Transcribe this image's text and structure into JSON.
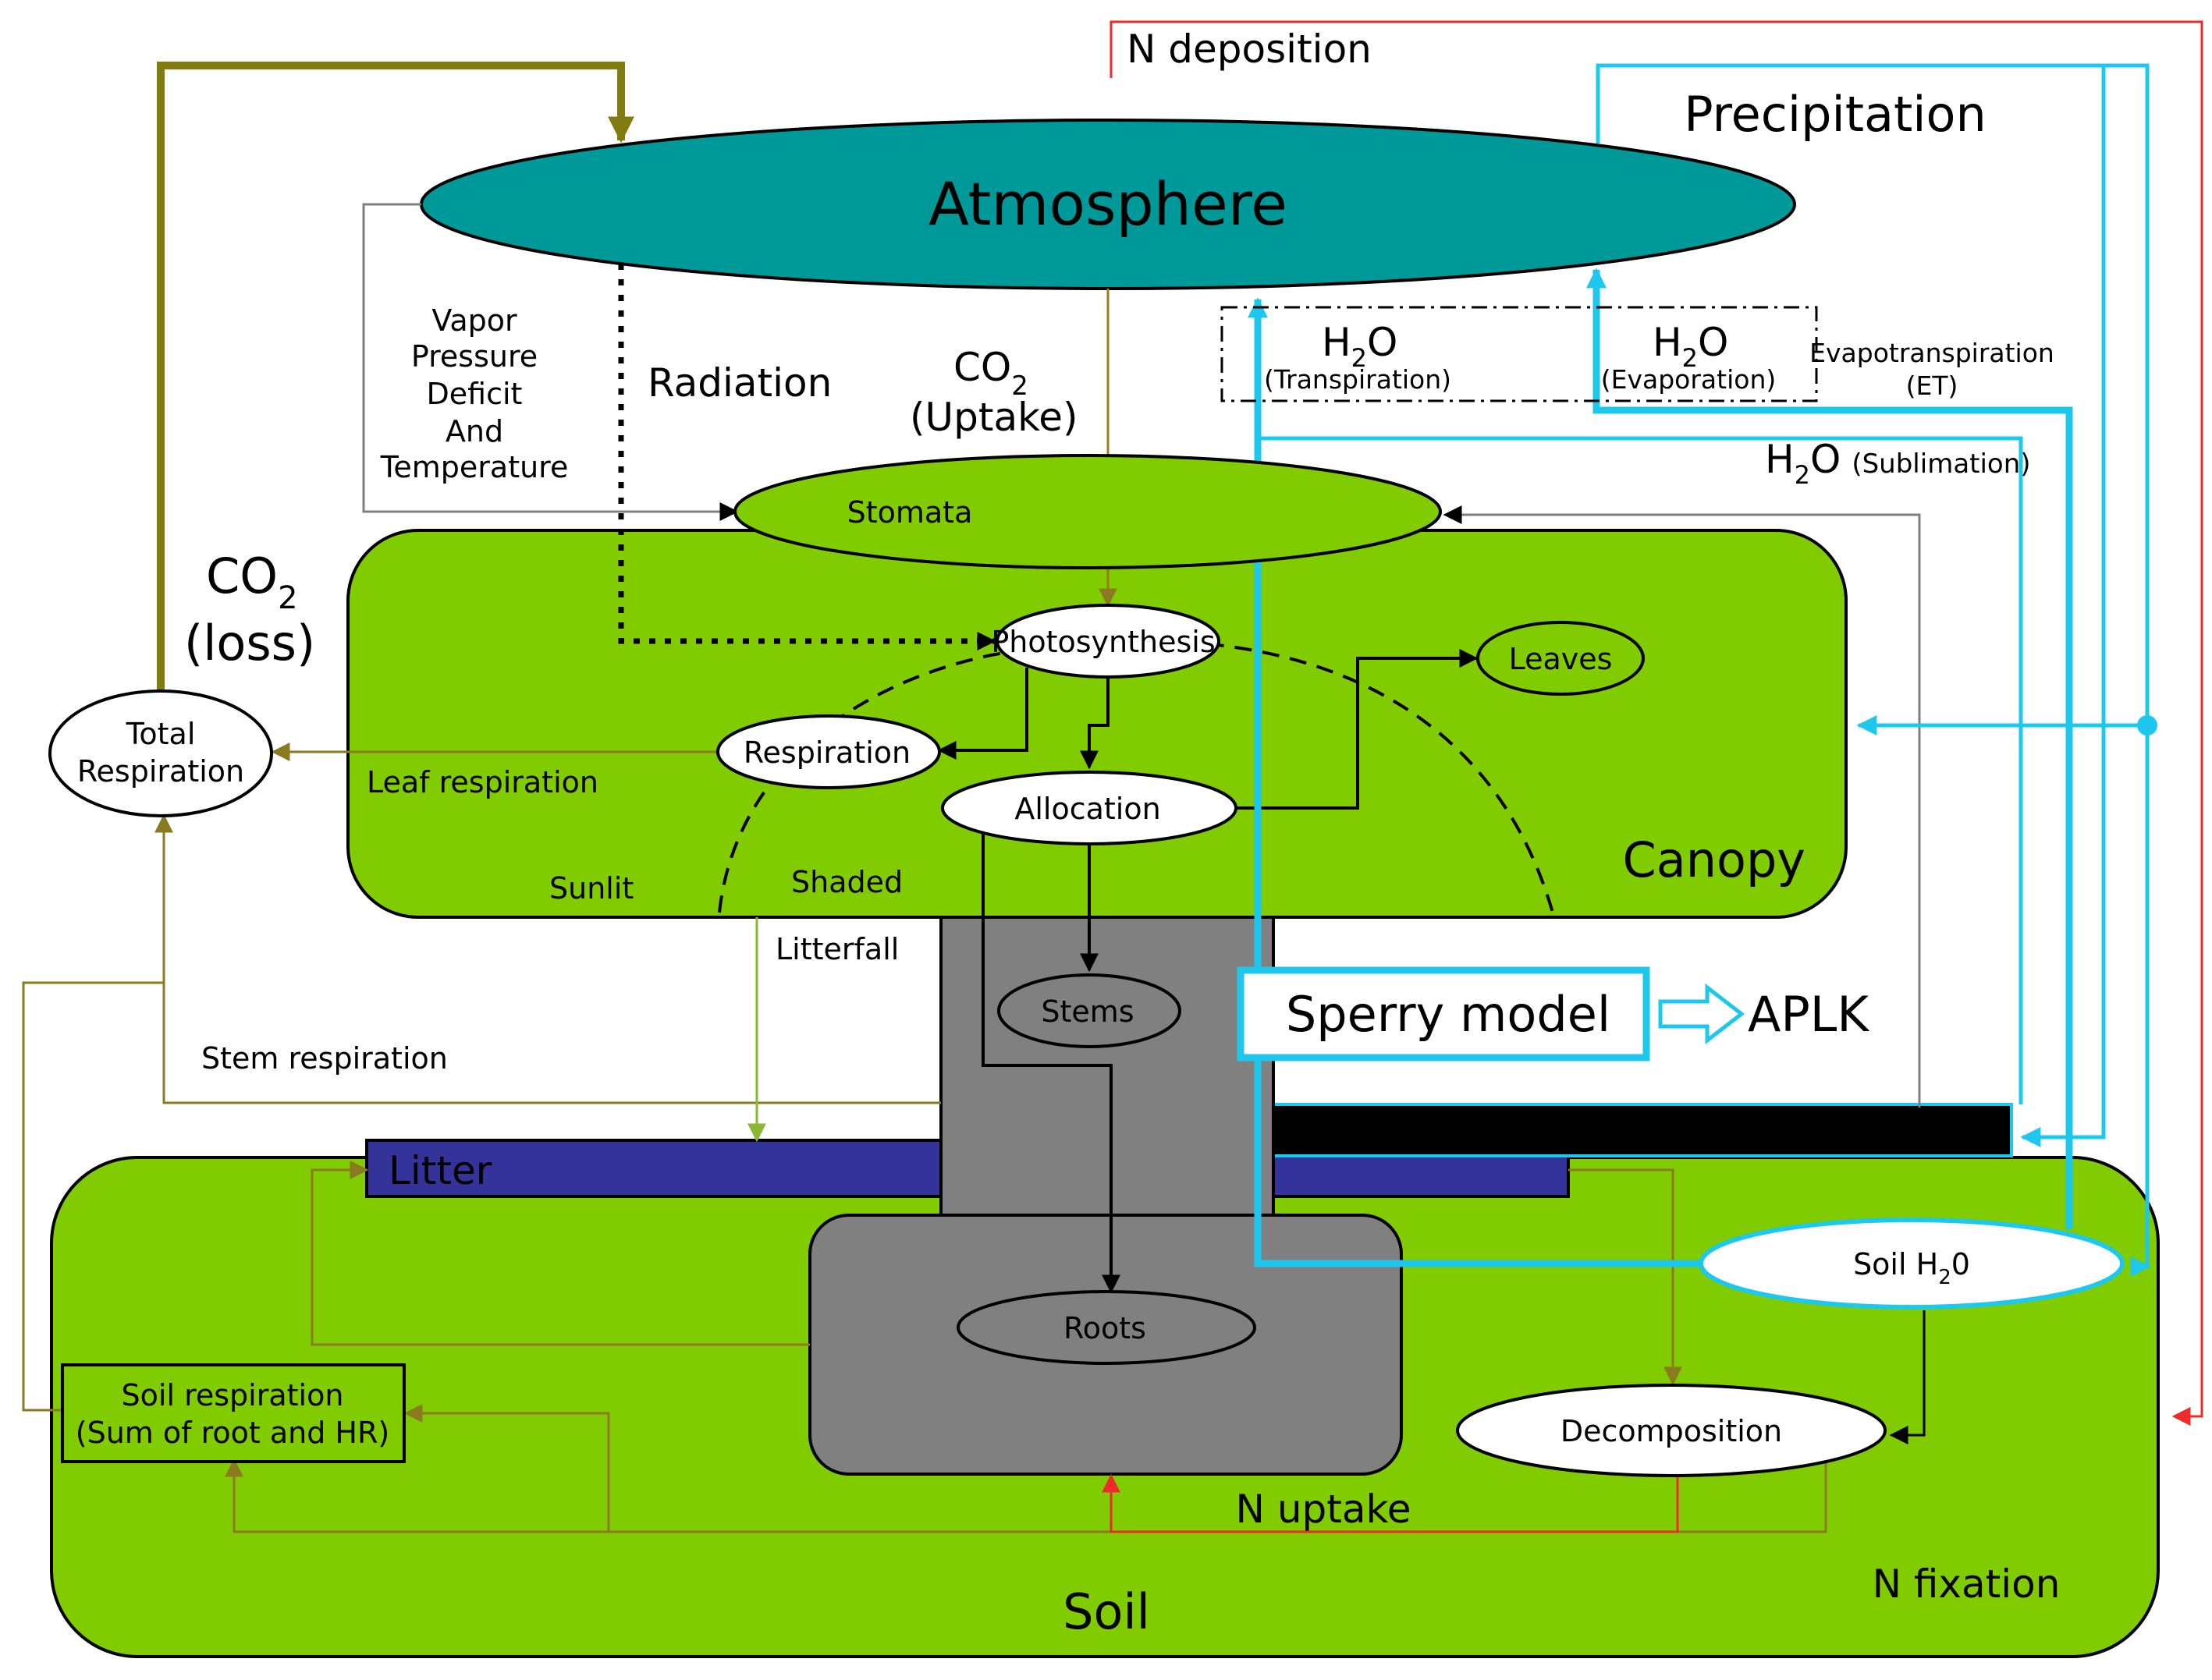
{
  "labels": {
    "atmosphere": "Atmosphere",
    "precipitation": "Precipitation",
    "n_deposition": "N deposition",
    "radiation": "Radiation",
    "co2_uptake_main": "CO",
    "co2_uptake_sub": "2",
    "co2_uptake_paren": "(Uptake)",
    "co2_loss_main": "CO",
    "co2_loss_sub": "2",
    "co2_loss_paren": "(loss)",
    "vpd_line1": "Vapor",
    "vpd_line2": "Pressure",
    "vpd_line3": "Deficit",
    "vpd_line4": "And",
    "vpd_line5": "Temperature",
    "h2o_transp_main": "H",
    "h2o_transp_sub": "2",
    "h2o_transp_o": "O",
    "h2o_transp_paren": "(Transpiration)",
    "h2o_evap_main": "H",
    "h2o_evap_sub": "2",
    "h2o_evap_o": "O",
    "h2o_evap_paren": "(Evaporation)",
    "et_line1": "Evapotranspiration",
    "et_line2": "(ET)",
    "h2o_subl_main": "H",
    "h2o_subl_sub": "2",
    "h2o_subl_o": "O",
    "h2o_subl_paren": "(Sublimation)",
    "stomata": "Stomata",
    "photosynthesis": "Photosynthesis",
    "leaves": "Leaves",
    "respiration": "Respiration",
    "allocation": "Allocation",
    "total_respiration_line1": "Total",
    "total_respiration_line2": "Respiration",
    "leaf_respiration": "Leaf respiration",
    "sunlit": "Sunlit",
    "shaded": "Shaded",
    "canopy": "Canopy",
    "litterfall": "Litterfall",
    "stems": "Stems",
    "stem_respiration": "Stem respiration",
    "sperry_model": "Sperry model",
    "aplk": "APLK",
    "litter": "Litter",
    "soil_h2o_main": "Soil H",
    "soil_h2o_sub": "2",
    "soil_h2o_o": "0",
    "roots": "Roots",
    "soil_resp_line1": "Soil respiration",
    "soil_resp_line2": "(Sum of root and HR)",
    "decomposition": "Decomposition",
    "n_uptake": "N uptake",
    "n_fixation": "N fixation",
    "soil": "Soil"
  },
  "colors": {
    "atmosphere_fill": "#009999",
    "canopy_fill": "#80cc00",
    "soil_fill": "#80cc00",
    "stem_fill": "#808080",
    "litter_fill": "#333399",
    "snow_fill": "#000000",
    "water_flow": "#1ec8ec",
    "carbon_flow": "#8a7a20",
    "nitrogen_flow": "#ee2a2a"
  }
}
